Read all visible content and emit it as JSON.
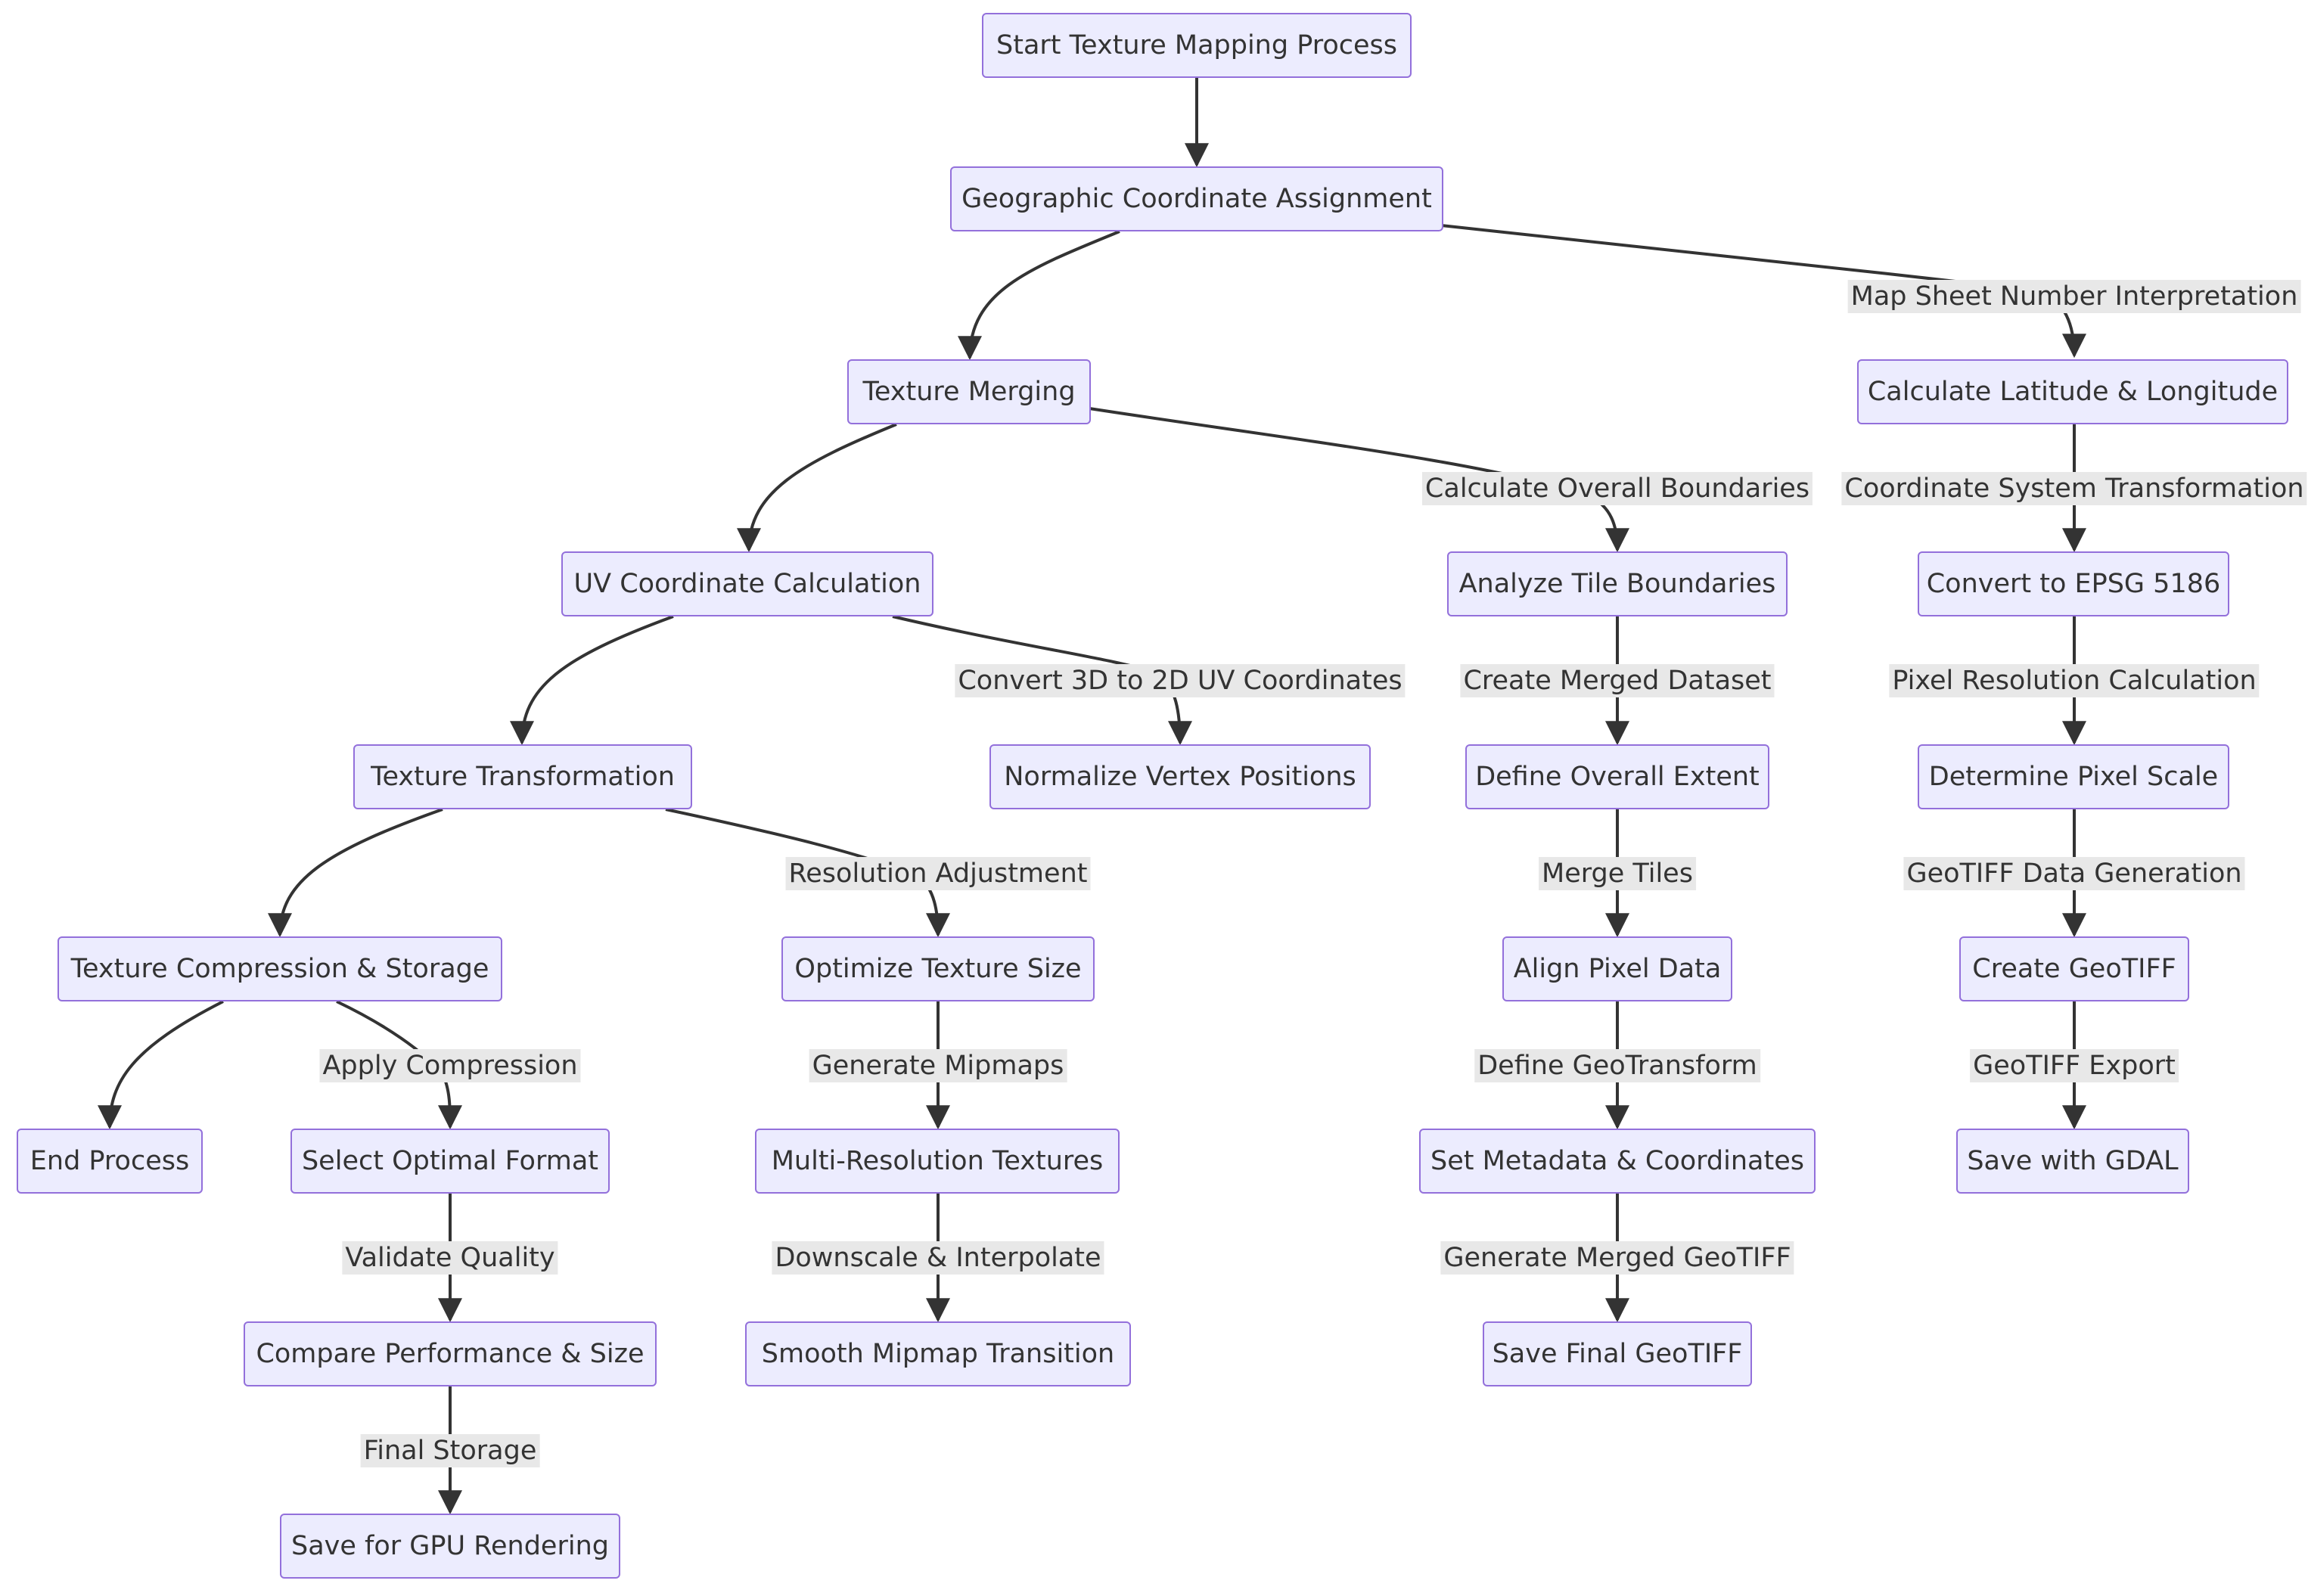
{
  "nodes": {
    "start": "Start Texture Mapping Process",
    "geo": "Geographic Coordinate Assignment",
    "merge": "Texture Merging",
    "latlon": "Calculate Latitude & Longitude",
    "uv": "UV Coordinate Calculation",
    "tileb": "Analyze Tile Boundaries",
    "epsg": "Convert to EPSG 5186",
    "trans": "Texture Transformation",
    "norm": "Normalize Vertex Positions",
    "extent": "Define Overall Extent",
    "pscale": "Determine Pixel Scale",
    "compress": "Texture Compression & Storage",
    "optsize": "Optimize Texture Size",
    "align": "Align Pixel Data",
    "cgeotiff": "Create GeoTIFF",
    "endp": "End Process",
    "selfmt": "Select Optimal Format",
    "multires": "Multi-Resolution Textures",
    "setmeta": "Set Metadata & Coordinates",
    "gdal": "Save with GDAL",
    "compare": "Compare Performance & Size",
    "smooth": "Smooth Mipmap Transition",
    "finalgt": "Save Final GeoTIFF",
    "gpu": "Save for GPU Rendering"
  },
  "edge_labels": {
    "map_sheet": "Map Sheet Number Interpretation",
    "overall_bounds": "Calculate Overall Boundaries",
    "coord_sys": "Coordinate System Transformation",
    "convert_3d": "Convert 3D to 2D UV Coordinates",
    "merged_dataset": "Create Merged Dataset",
    "pixel_res": "Pixel Resolution Calculation",
    "res_adjust": "Resolution Adjustment",
    "merge_tiles": "Merge Tiles",
    "geotiff_gen": "GeoTIFF Data Generation",
    "apply_comp": "Apply Compression",
    "gen_mipmaps": "Generate Mipmaps",
    "define_gt": "Define GeoTransform",
    "geotiff_export": "GeoTIFF Export",
    "validate": "Validate Quality",
    "downscale": "Downscale & Interpolate",
    "gen_merged": "Generate Merged GeoTIFF",
    "final_storage": "Final Storage"
  },
  "colors": {
    "node_fill": "#ececfe",
    "node_border": "#9370db",
    "edge": "#333333",
    "label_bg": "#e8e8e8",
    "text": "#333333"
  }
}
